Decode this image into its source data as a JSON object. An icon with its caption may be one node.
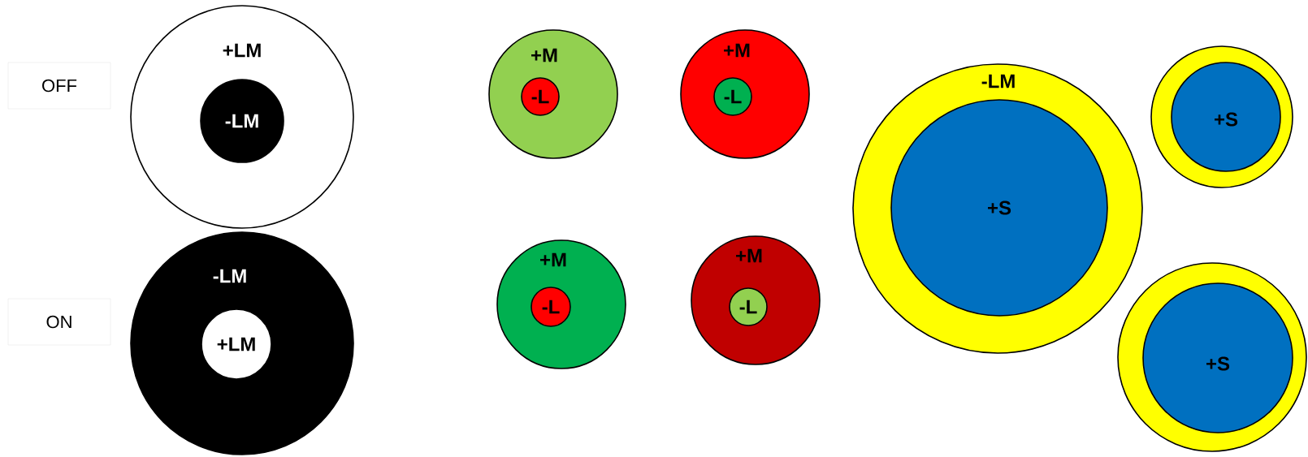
{
  "diagram": {
    "nodes": [
      {
        "text": [
          "OFF"
        ]
      },
      {
        "text": [
          "+LM"
        ]
      },
      {
        "text": [
          "-LM"
        ],
        "in": 1
      },
      {
        "text": [
          "+M"
        ]
      },
      {
        "text": [
          "-L"
        ],
        "in": 3
      },
      {
        "text": [
          "+M"
        ]
      },
      {
        "text": [
          "-L"
        ],
        "in": 5
      },
      {
        "text": [
          "-LM"
        ]
      },
      {
        "text": [
          "+S"
        ],
        "in": 7
      },
      {
        "text": [],
        "shape": "circle"
      },
      {
        "text": [
          "+S"
        ],
        "in": 9
      },
      {
        "text": [
          "ON"
        ]
      },
      {
        "text": [
          "-LM"
        ]
      },
      {
        "text": [
          "+LM"
        ],
        "in": 12
      },
      {
        "text": [
          "+M"
        ]
      },
      {
        "text": [
          "-L"
        ],
        "in": 14
      },
      {
        "text": [
          "+M"
        ]
      },
      {
        "text": [
          "-L"
        ],
        "in": 16
      },
      {
        "text": [],
        "shape": "circle"
      },
      {
        "text": [
          "+S"
        ],
        "in": 18
      }
    ]
  }
}
